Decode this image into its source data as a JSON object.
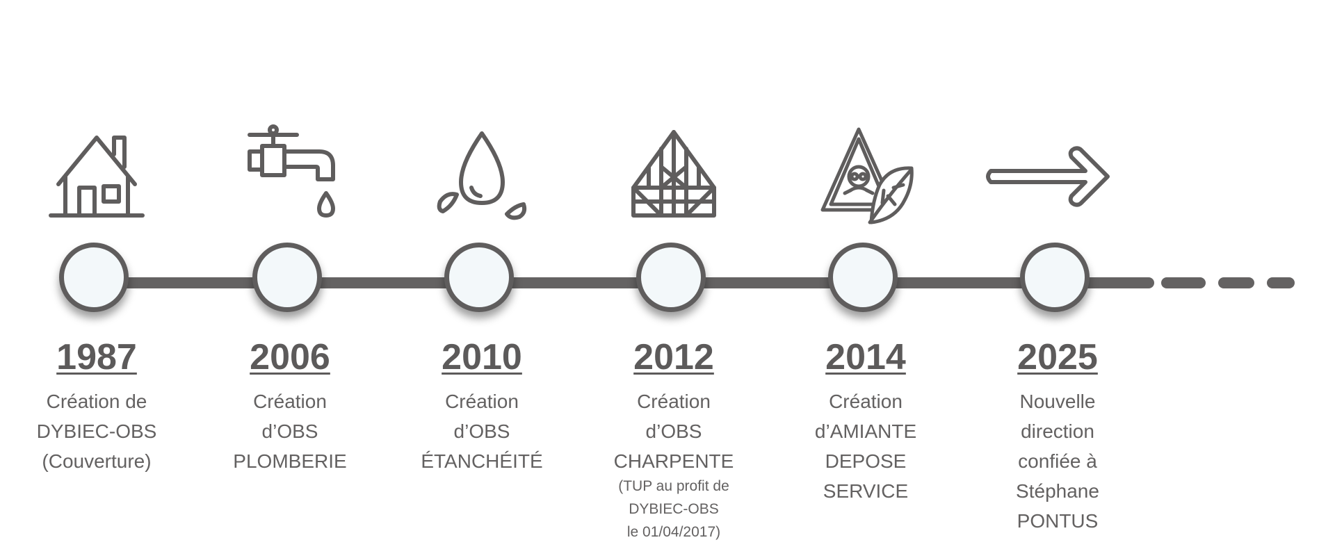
{
  "timeline": {
    "milestones": [
      {
        "icon": "house-icon",
        "year": "1987",
        "lines": [
          "Création de",
          "DYBIEC-OBS",
          "(Couverture)"
        ]
      },
      {
        "icon": "faucet-icon",
        "year": "2006",
        "lines": [
          "Création",
          "d’OBS",
          "PLOMBERIE"
        ]
      },
      {
        "icon": "water-drop-icon",
        "year": "2010",
        "lines": [
          "Création",
          "d’OBS",
          "ÉTANCHÉITÉ"
        ]
      },
      {
        "icon": "roof-truss-icon",
        "year": "2012",
        "lines": [
          "Création",
          "d’OBS",
          "CHARPENTE"
        ],
        "note_lines": [
          "(TUP au profit de",
          "DYBIEC-OBS",
          "le 01/04/2017)"
        ]
      },
      {
        "icon": "asbestos-hazard-leaf-icon",
        "year": "2014",
        "lines": [
          "Création",
          "d’AMIANTE",
          "DEPOSE",
          "SERVICE"
        ]
      },
      {
        "icon": "arrow-right-icon",
        "year": "2025",
        "lines": [
          "Nouvelle",
          "direction",
          "confiée à",
          "Stéphane",
          "PONTUS"
        ]
      }
    ]
  }
}
